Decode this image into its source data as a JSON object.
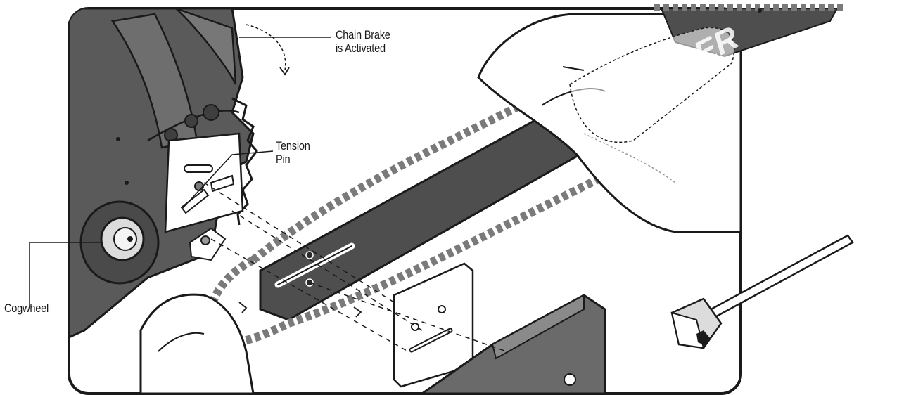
{
  "labels": {
    "chain_brake_line1": "Chain Brake",
    "chain_brake_line2": "is Activated",
    "tension_pin_line1": "Tension",
    "tension_pin_line2": "Pin",
    "cogwheel": "Cogwheel"
  },
  "brand": {
    "logo_text": "TRUPER"
  },
  "colors": {
    "outline": "#1a1a1a",
    "body_dark": "#5a5a5a",
    "bar_dark": "#4e4e4e",
    "chain": "#7a7a7a",
    "glove": "#ffffff",
    "sprocket_cover": "#6a6a6a"
  },
  "icons": {
    "wrench": "combination-wrench-icon",
    "arrow": "curved-arrow-icon"
  }
}
